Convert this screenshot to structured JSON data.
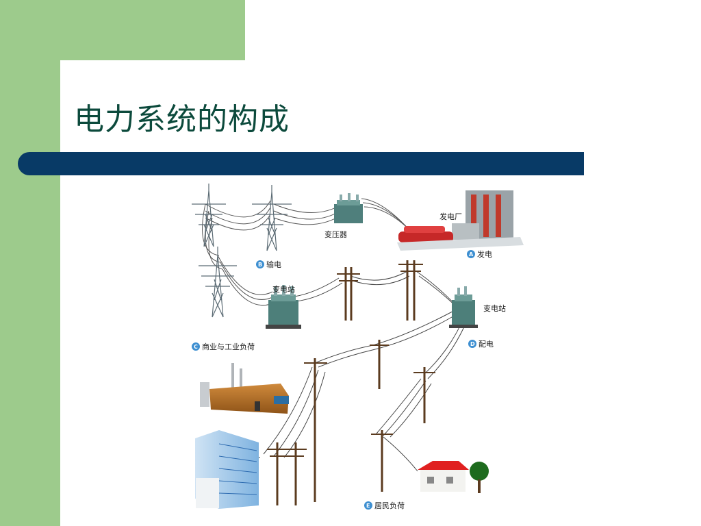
{
  "slide": {
    "title": "电力系统的构成",
    "colors": {
      "accent_green": "#9dcb8c",
      "title_bar": "#083a66",
      "title_text": "#0c4a3c",
      "badge_blue": "#3d8fd1"
    }
  },
  "diagram": {
    "labels": {
      "power_plant": "发电厂",
      "transformer": "变压器",
      "substation_left": "变电站",
      "substation_right": "变电站"
    },
    "stages": [
      {
        "letter": "A",
        "label": "发电"
      },
      {
        "letter": "B",
        "label": "输电"
      },
      {
        "letter": "C",
        "label": "商业与工业负荷"
      },
      {
        "letter": "D",
        "label": "配电"
      },
      {
        "letter": "E",
        "label": "居民负荷"
      }
    ]
  }
}
